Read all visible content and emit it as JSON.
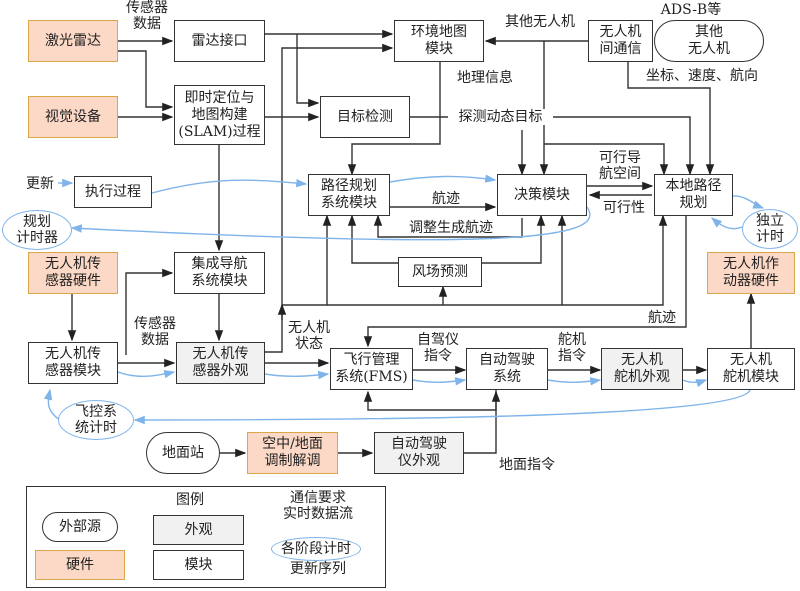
{
  "colors": {
    "hardware_fill": "#fcd9c6",
    "hardware_border": "#d9a64a",
    "facade_fill": "#f0f1f0",
    "timer_line": "#7fb4ea",
    "data_line": "#222222"
  },
  "nodes": {
    "lidar": "激光雷达",
    "vision": "视觉设备",
    "radar_if": "雷达接口",
    "slam": "即时定位与\n地图构建\n(SLAM)过程",
    "env_map": "环境地图\n模块",
    "target_detect": "目标检测",
    "uav_comm": "无人机\n间通信",
    "other_uav": "其他\n无人机",
    "exec": "执行过程",
    "path_plan": "路径规划\n系统模块",
    "decision": "决策模块",
    "local_path": "本地路径\n规划",
    "wind": "风场预测",
    "ins": "集成导航\n系统模块",
    "sensor_hw": "无人机传\n感器硬件",
    "sensor_mod": "无人机传\n感器模块",
    "sensor_facade": "无人机传\n感器外观",
    "fms": "飞行管理\n系统(FMS)",
    "autopilot": "自动驾驶\n系统",
    "servo_facade": "无人机\n舵机外观",
    "servo_mod": "无人机\n舵机模块",
    "actuator_hw": "无人机作\n动器硬件",
    "ground": "地面站",
    "modem": "空中/地面\n调制解调",
    "ap_facade": "自动驾驶\n仪外观"
  },
  "timers": {
    "plan_timer": "规划\n计时器",
    "indep_timer": "独立\n计时",
    "fc_timer": "飞控系\n统计时"
  },
  "edge_labels": {
    "sensor_data_top": "传感器\n数据",
    "other_uav_label": "其他无人机",
    "adsb": "ADS-B等",
    "coord": "坐标、速度、航向",
    "geo": "地理信息",
    "dyn_target": "探测动态目标",
    "update": "更新",
    "track": "航迹",
    "adjust": "调整生成航迹",
    "nav_space": "可行导\n航空间",
    "feasible": "可行性",
    "track2": "航迹",
    "sensor_data_mid": "传感器\n数据",
    "uav_state": "无人机\n状态",
    "ap_cmd": "自驾仪\n指令",
    "servo_cmd": "舵机\n指令",
    "ground_cmd": "地面指令"
  },
  "legend": {
    "title": "图例",
    "external": "外部源",
    "hardware": "硬件",
    "facade": "外观",
    "module": "模块",
    "comm": "通信要求\n实时数据流",
    "timer": "各阶段计时",
    "update_seq": "更新序列"
  }
}
